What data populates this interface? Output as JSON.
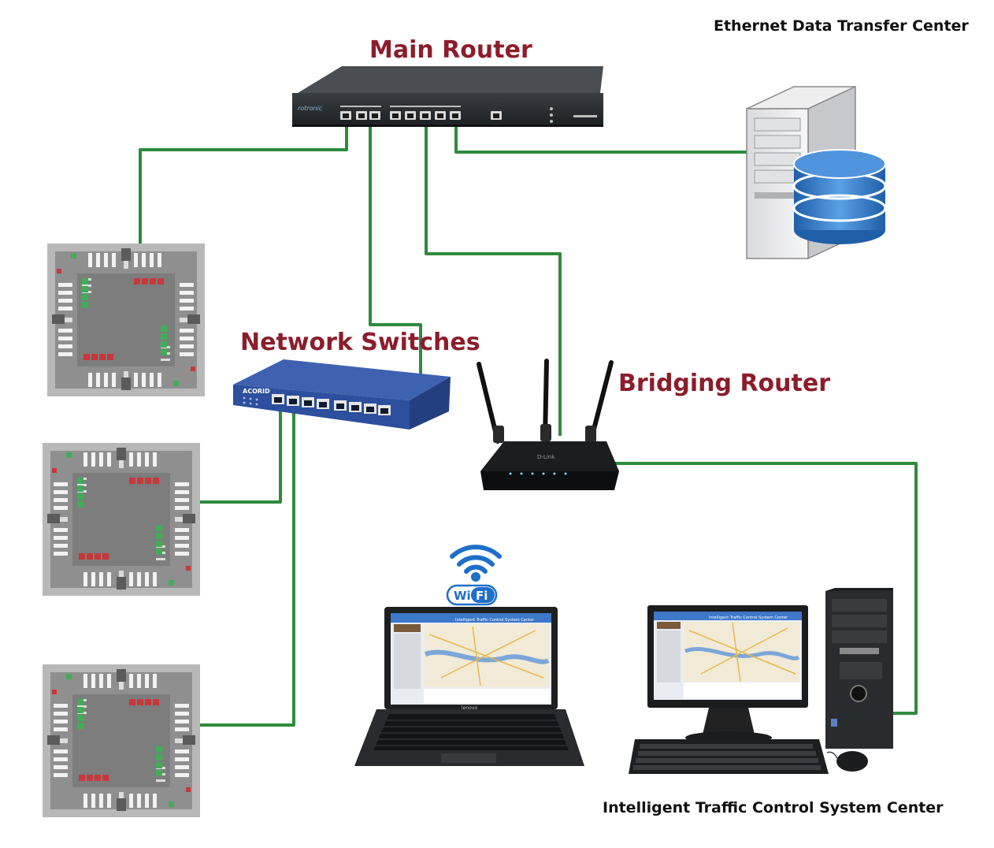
{
  "labels": {
    "top_right": "Ethernet Data Transfer Center",
    "main_router": "Main Router",
    "network_switches": "Network Switches",
    "bridging_router": "Bridging Router",
    "bottom": "Intelligent Traffic Control System Center",
    "wifi_badge_wi": "Wi",
    "wifi_badge_fi": "Fi",
    "screen_title": "Intelligent Traffic Control System Center",
    "switch_brand": "ACORID",
    "bridging_router_brand": "D-Link",
    "laptop_brand": "lenovo"
  },
  "colors": {
    "cable": "#2e8b3e",
    "label_red": "#8c1d2b",
    "device_dark": "#25282b",
    "switch_blue": "#2c4f9e",
    "db_blue": "#2f74c4",
    "wifi_blue": "#1d6fc9"
  }
}
